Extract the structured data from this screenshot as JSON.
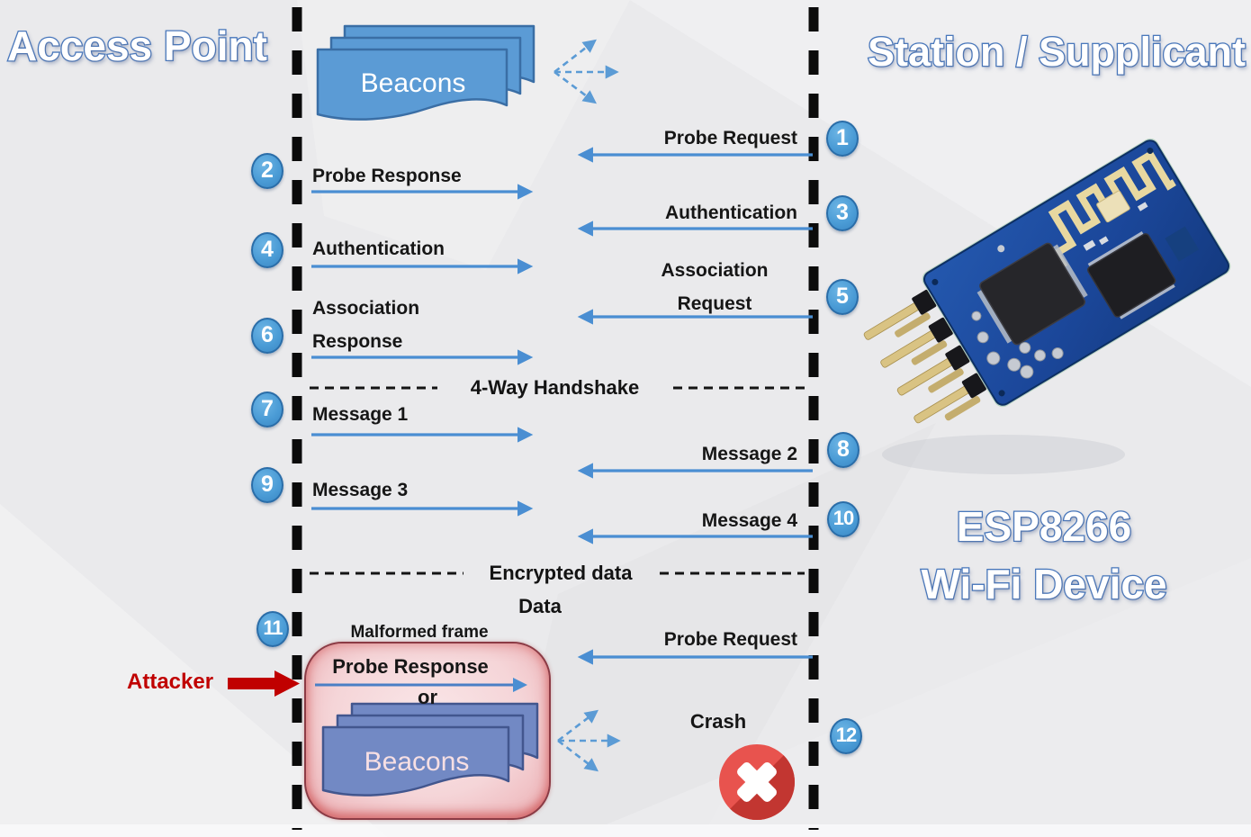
{
  "titles": {
    "access_point": "Access Point",
    "station": "Station / Supplicant",
    "esp_line1": "ESP8266",
    "esp_line2": "Wi-Fi Device"
  },
  "beacons": {
    "top_label": "Beacons",
    "bottom_label": "Beacons"
  },
  "badges": [
    "1",
    "2",
    "3",
    "4",
    "5",
    "6",
    "7",
    "8",
    "9",
    "10",
    "11",
    "12"
  ],
  "messages": {
    "probe_request": "Probe Request",
    "probe_response": "Probe Response",
    "auth_to_ap": "Authentication",
    "auth_to_sta": "Authentication",
    "assoc_request": "Association Request",
    "assoc_response": "Association Response",
    "message1": "Message 1",
    "message2": "Message 2",
    "message3": "Message 3",
    "message4": "Message 4"
  },
  "separators": {
    "handshake": "4-Way Handshake",
    "encrypted": "Encrypted data"
  },
  "attack": {
    "data_label": "Data",
    "malformed_label": "Malformed frame",
    "attacker_label": "Attacker",
    "probe_response": "Probe Response",
    "or_label": "or",
    "probe_request": "Probe Request",
    "crash_label": "Crash"
  },
  "colors": {
    "arrow_blue": "#4a8ed2",
    "shape_blue": "#5b9bd5",
    "shape_blue_border": "#3a6ea5",
    "bottom_beacon_blue": "#7289c4",
    "badge_blue": "#4b9cd6",
    "title_stroke_blue": "#4a79bd",
    "attacker_red": "#c00000",
    "crash_red": "#e8534e",
    "attack_box_pink": "#f5d5d8",
    "lifeline_black": "#0b0b0b"
  }
}
